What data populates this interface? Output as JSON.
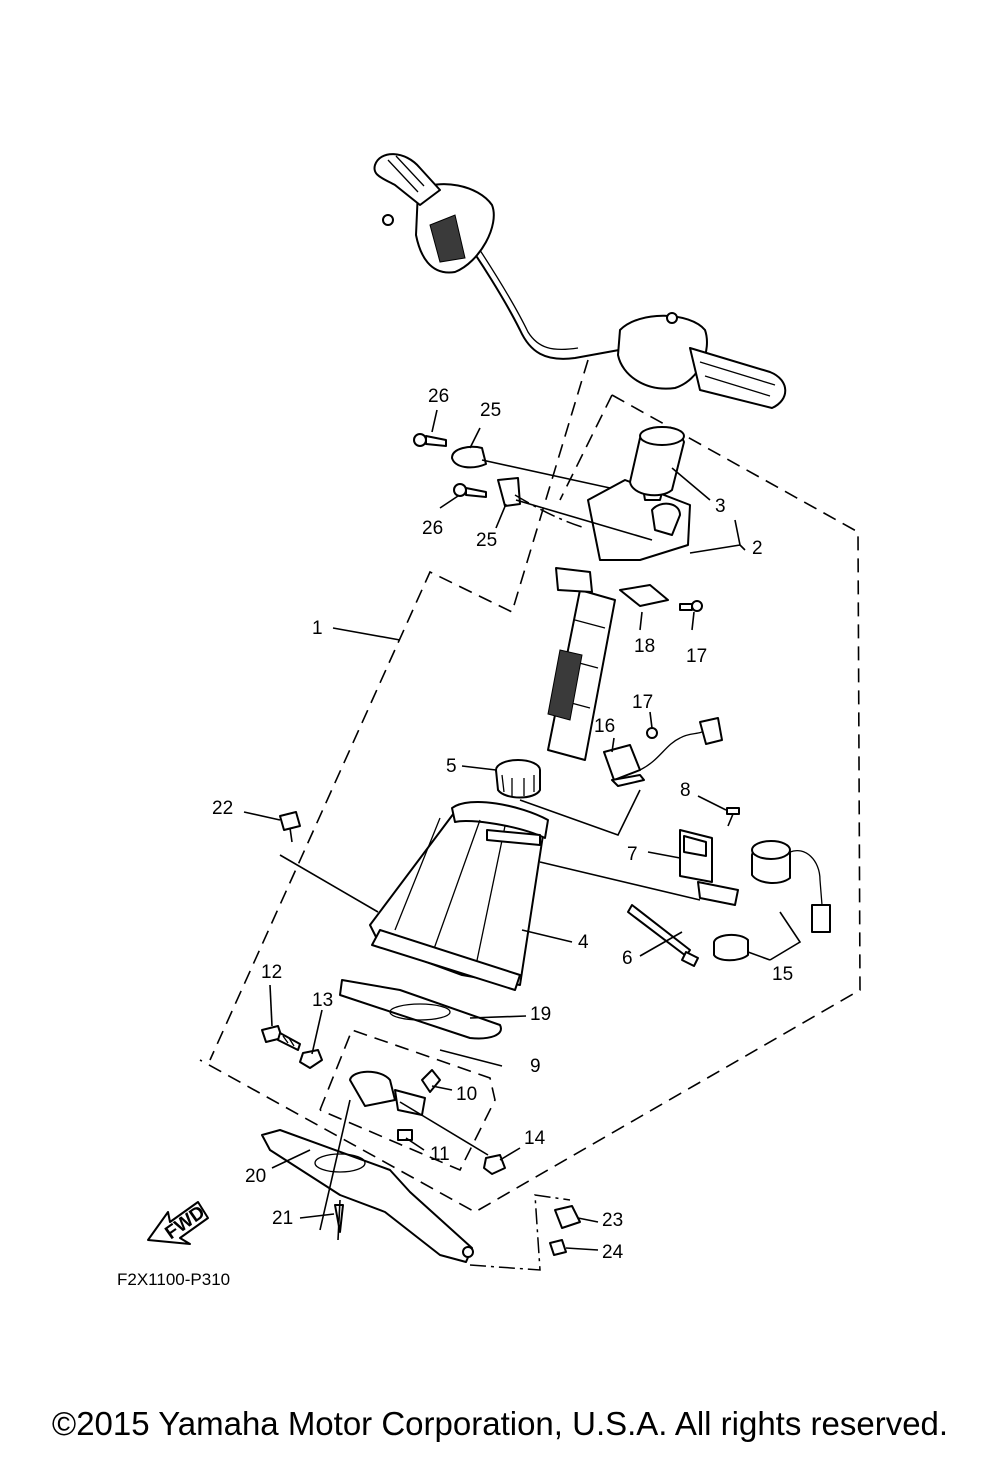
{
  "diagram": {
    "code": "F2X1100-P310",
    "copyright": "©2015 Yamaha Motor Corporation, U.S.A. All rights reserved.",
    "fwd_label": "FWD",
    "callouts": [
      "1",
      "2",
      "3",
      "4",
      "5",
      "6",
      "7",
      "8",
      "9",
      "10",
      "11",
      "12",
      "13",
      "14",
      "15",
      "16",
      "17",
      "17",
      "18",
      "19",
      "20",
      "21",
      "22",
      "23",
      "24",
      "25",
      "25",
      "26",
      "26"
    ]
  }
}
